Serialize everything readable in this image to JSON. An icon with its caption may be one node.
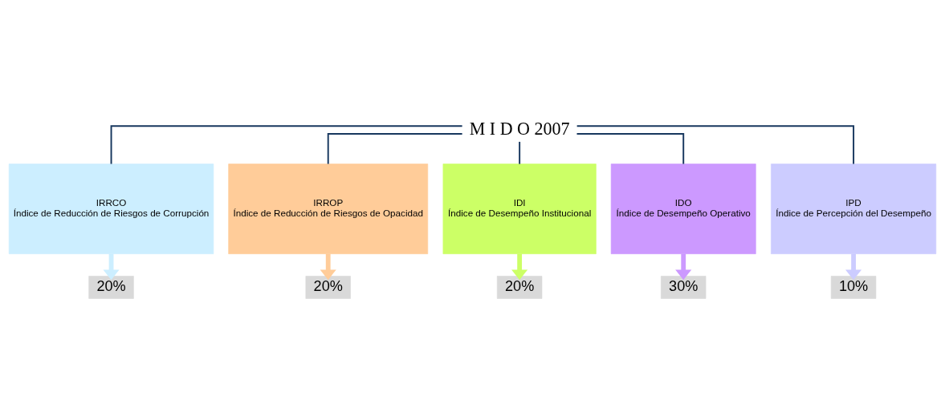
{
  "diagram": {
    "nodes": [
      {
        "text": [
          "M I D O 2007"
        ]
      },
      {
        "text": [
          "IRRCO",
          "Índice de Reducción de Riesgos de Corrupción"
        ]
      },
      {
        "text": [
          "IRROP",
          "Índice de Reducción de Riesgos de Opacidad"
        ]
      },
      {
        "text": [
          "IDI",
          "Índice de Desempeño Institucional"
        ]
      },
      {
        "text": [
          "IDO",
          "Índice de Desempeño Operativo"
        ]
      },
      {
        "text": [
          "IPD",
          "Índice de Percepción del Desempeño"
        ]
      },
      {
        "text": [
          "20%"
        ]
      },
      {
        "text": [
          "20%"
        ]
      },
      {
        "text": [
          "20%"
        ]
      },
      {
        "text": [
          "30%"
        ]
      },
      {
        "text": [
          "10%"
        ]
      }
    ],
    "edges": [
      {
        "from": 0,
        "to": 1,
        "arrow": "none"
      },
      {
        "from": 0,
        "to": 2,
        "arrow": "none"
      },
      {
        "from": 0,
        "to": 3,
        "arrow": "none"
      },
      {
        "from": 0,
        "to": 4,
        "arrow": "none"
      },
      {
        "from": 0,
        "to": 5,
        "arrow": "none"
      },
      {
        "from": 1,
        "to": 6,
        "arrow": "to",
        "style": "thick",
        "color": "#cceeff"
      },
      {
        "from": 2,
        "to": 7,
        "arrow": "to",
        "style": "thick",
        "color": "#ffcc99"
      },
      {
        "from": 3,
        "to": 8,
        "arrow": "to",
        "style": "thick",
        "color": "#ccff66"
      },
      {
        "from": 4,
        "to": 9,
        "arrow": "to",
        "style": "thick",
        "color": "#cc99ff"
      },
      {
        "from": 5,
        "to": 10,
        "arrow": "to",
        "style": "thick",
        "color": "#ccccff"
      }
    ]
  }
}
